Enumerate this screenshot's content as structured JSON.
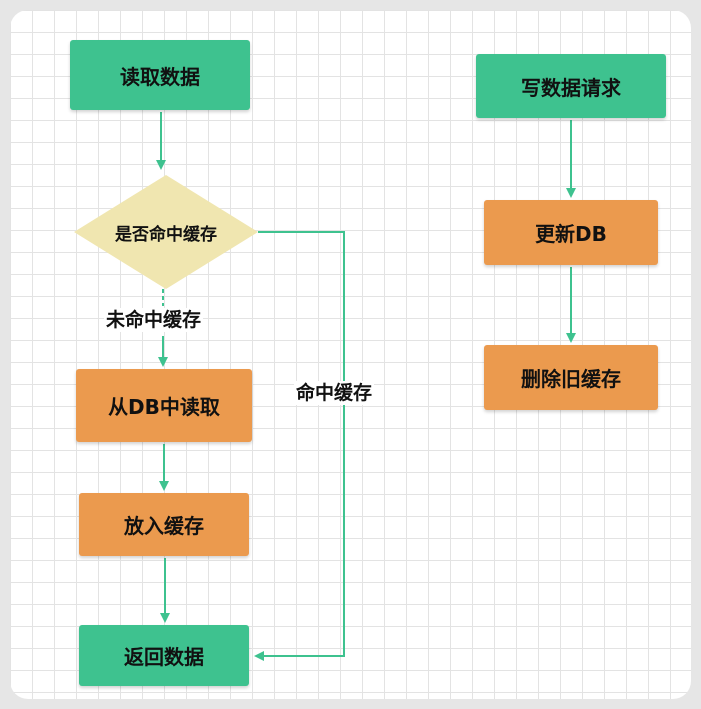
{
  "colors": {
    "process_green": "#3ec28f",
    "process_orange": "#eb9a4e",
    "decision_fill": "#f0e6b0",
    "arrow": "#3ec28f"
  },
  "read_flow": {
    "start": "读取数据",
    "decision": "是否命中缓存",
    "miss_label": "未命中缓存",
    "read_db": "从DB中读取",
    "put_cache": "放入缓存",
    "hit_label": "命中缓存",
    "return": "返回数据"
  },
  "write_flow": {
    "start": "写数据请求",
    "update_db": "更新DB",
    "delete_cache": "删除旧缓存"
  }
}
